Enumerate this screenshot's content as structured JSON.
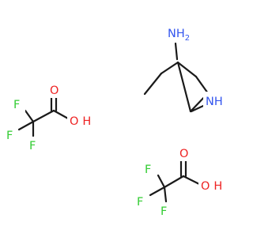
{
  "structure": {
    "colors": {
      "bond": "#1a1a1a",
      "nitrogen": "#3355ee",
      "oxygen": "#ee2222",
      "fluorine": "#33cc33"
    },
    "amine": {
      "amino_label": "NH",
      "amino_sub": "2",
      "ring_nh_label": "NH"
    },
    "acid_1": {
      "carbonyl_o": "O",
      "hydroxyl_label": "O",
      "hydroxyl_h": "H",
      "fluorines": [
        "F",
        "F",
        "F"
      ]
    },
    "acid_2": {
      "carbonyl_o": "O",
      "hydroxyl_label": "O",
      "hydroxyl_h": "H",
      "fluorines": [
        "F",
        "F",
        "F"
      ]
    }
  }
}
